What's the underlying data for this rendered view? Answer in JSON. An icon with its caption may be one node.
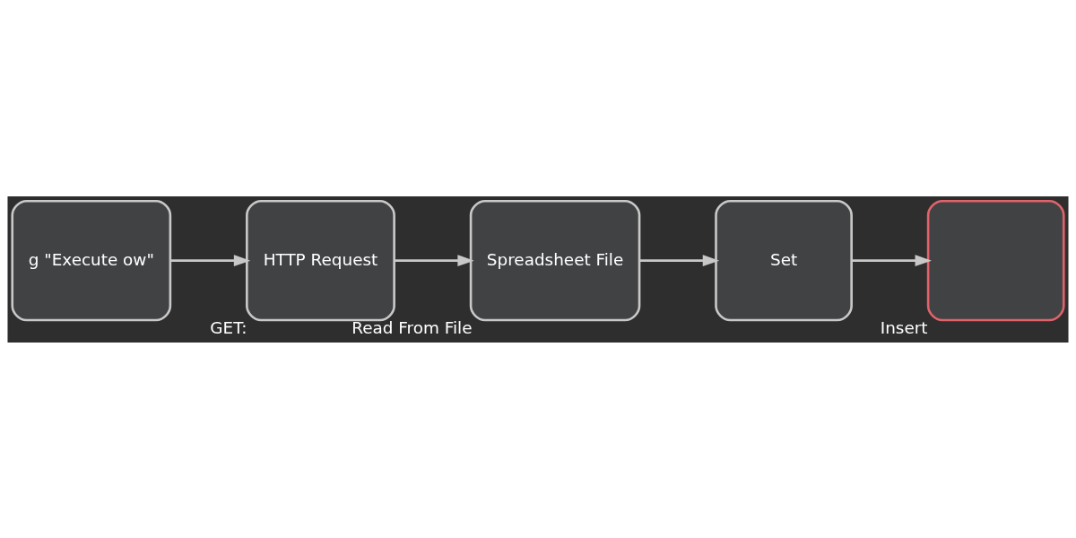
{
  "diagram": {
    "nodes": [
      {
        "text": [
          "g \"Execute ow\""
        ]
      },
      {
        "text": [
          "HTTP Request"
        ],
        "beside": [
          "GET:"
        ]
      },
      {
        "text": [
          "Spreadsheet File"
        ],
        "beside": [
          "Read From File"
        ]
      },
      {
        "text": [
          "Set"
        ]
      },
      {
        "text": [],
        "shape": "box",
        "beside": [
          "Insert"
        ]
      }
    ],
    "edges": [
      {
        "from": 0,
        "to": 1,
        "arrow": "to"
      },
      {
        "from": 1,
        "to": 2,
        "arrow": "to"
      },
      {
        "from": 2,
        "to": 3,
        "arrow": "to"
      },
      {
        "from": 3,
        "to": 4,
        "arrow": "to"
      }
    ]
  }
}
